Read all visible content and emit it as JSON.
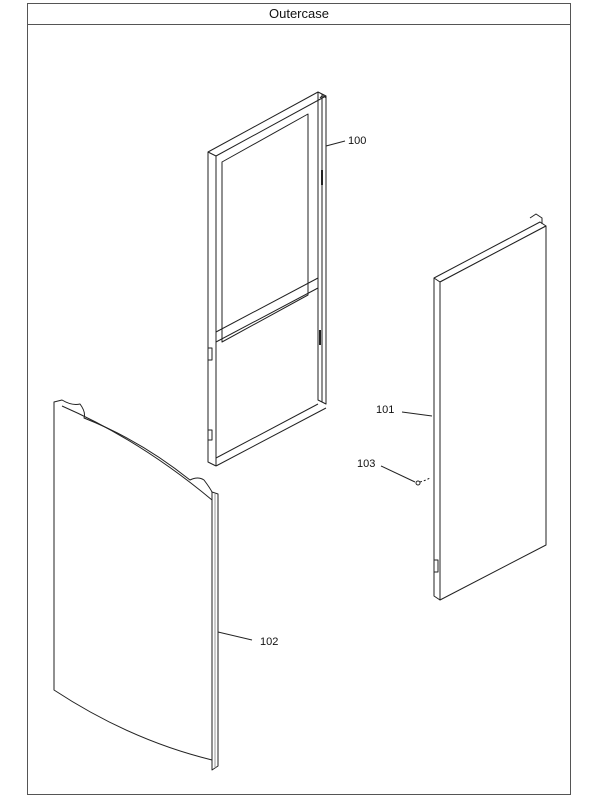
{
  "title": "Outercase",
  "parts": [
    {
      "id": "100",
      "label": "100"
    },
    {
      "id": "101",
      "label": "101"
    },
    {
      "id": "102",
      "label": "102"
    },
    {
      "id": "103",
      "label": "103"
    }
  ]
}
